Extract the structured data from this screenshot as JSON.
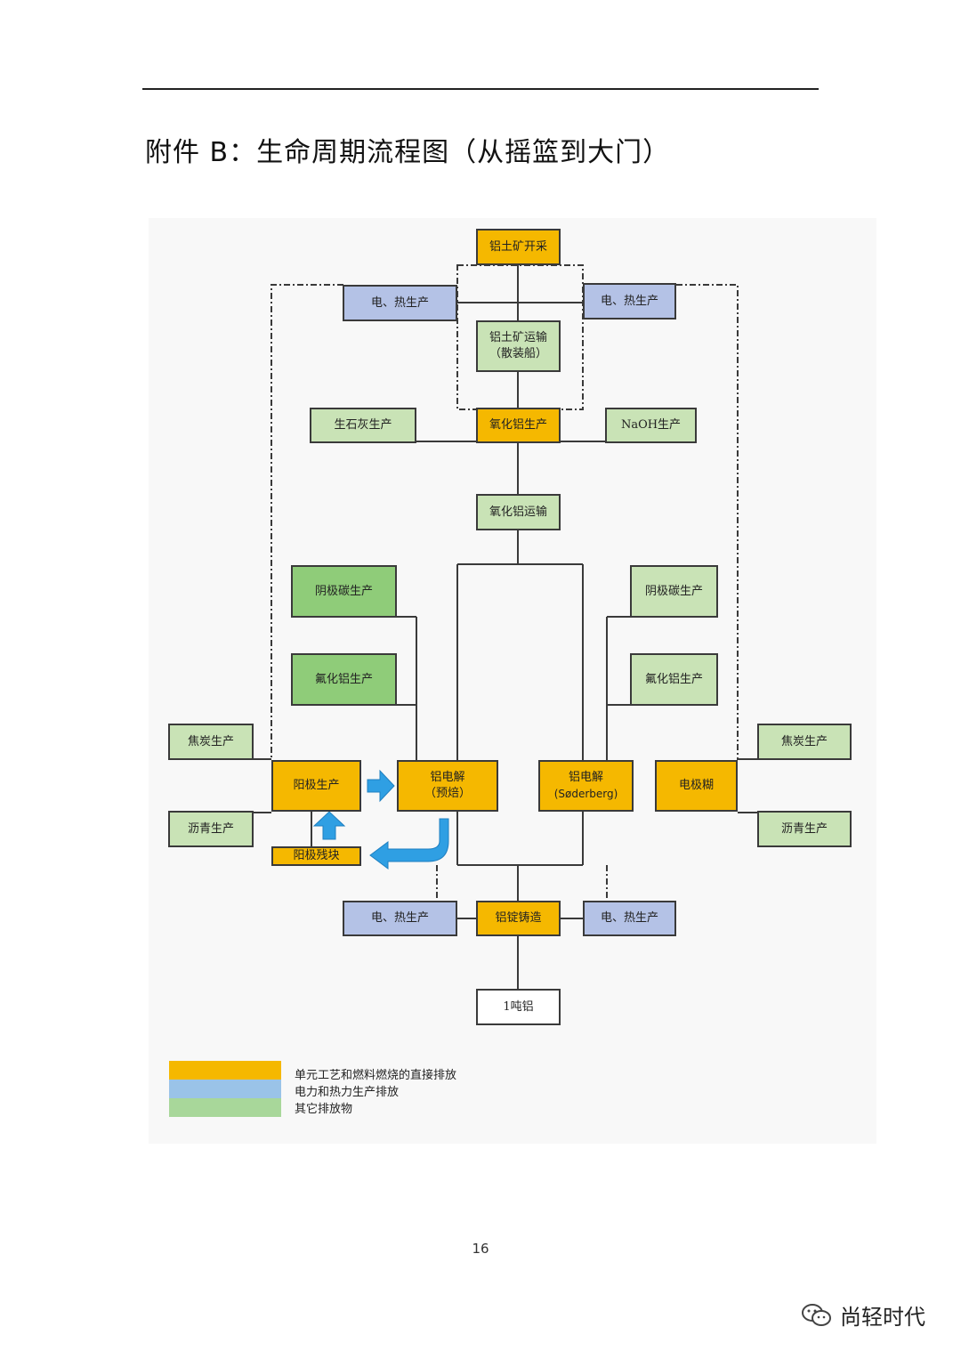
{
  "title": "附件 B：生命周期流程图（从摇篮到大门）",
  "page_number": "16",
  "watermark": {
    "text": "尚轻时代",
    "icon": "wechat-icon"
  },
  "colors": {
    "orange": "#f5b800",
    "blue": "#b4c2e6",
    "light_green": "#c9e3b6",
    "dark_green": "#8fcc79",
    "arrow_blue": "#2f9fe3"
  },
  "nodes": {
    "bauxite_mining": "铝土矿开采",
    "power_heat_top_left": "电、热生产",
    "power_heat_top_right": "电、热生产",
    "bauxite_transport_1": "铝土矿运输",
    "bauxite_transport_2": "（散装船）",
    "quicklime": "生石灰生产",
    "alumina": "氧化铝生产",
    "naoh": "NaOH生产",
    "alumina_transport": "氧化铝运输",
    "cathode_carbon_left": "阴极碳生产",
    "cathode_carbon_right": "阴极碳生产",
    "alf3_left": "氟化铝生产",
    "alf3_right": "氟化铝生产",
    "coke_left": "焦炭生产",
    "coke_right": "焦炭生产",
    "anode": "阳极生产",
    "electrolysis_prebake_1": "铝电解",
    "electrolysis_prebake_2": "（预焙）",
    "electrolysis_soderberg_1": "铝电解",
    "electrolysis_soderberg_2": "(Søderberg)",
    "electrode_paste": "电极糊",
    "pitch_left": "沥青生产",
    "pitch_right": "沥青生产",
    "anode_butts": "阳极残块",
    "power_heat_bottom_left": "电、热生产",
    "casting": "铝锭铸造",
    "power_heat_bottom_right": "电、热生产",
    "one_ton": "1吨铝"
  },
  "legend": [
    {
      "label": "单元工艺和燃料燃烧的直接排放",
      "color": "#f5b800"
    },
    {
      "label": "电力和热力生产排放",
      "color": "#9ac3e8"
    },
    {
      "label": "其它排放物",
      "color": "#a8d79a"
    }
  ]
}
